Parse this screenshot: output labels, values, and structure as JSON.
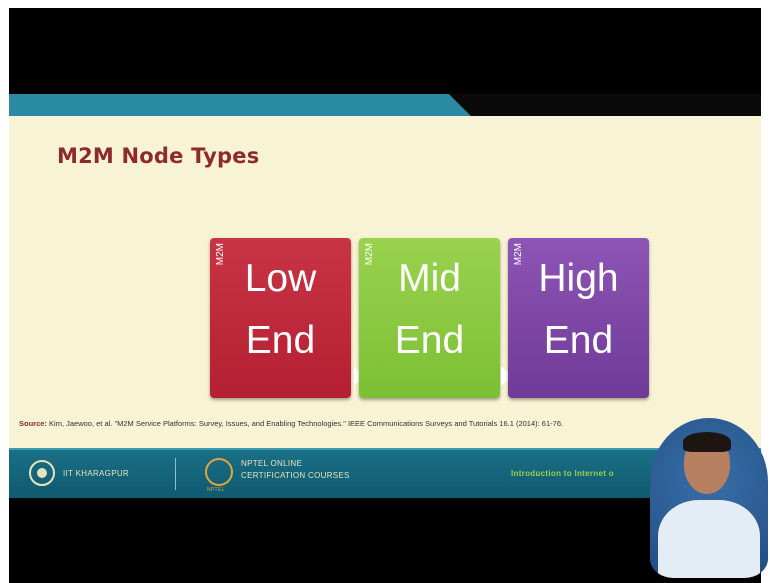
{
  "slide": {
    "title": "M2M Node Types",
    "boxes": [
      {
        "tag": "M2M",
        "line1": "Low",
        "line2": "End",
        "color": "#b51f33"
      },
      {
        "tag": "M2M",
        "line1": "Mid",
        "line2": "End",
        "color": "#7cbf34"
      },
      {
        "tag": "M2M",
        "line1": "High",
        "line2": "End",
        "color": "#6f3a98"
      }
    ],
    "source_label": "Source:",
    "source_text": "Kim, Jaewoo, et al. \"M2M Service Platforms: Survey, Issues, and Enabling Technologies.\" IEEE Communications Surveys and Tutorials 16.1 (2014): 61-76."
  },
  "footer": {
    "institute": "IIT KHARAGPUR",
    "nptel_line1": "NPTEL ONLINE",
    "nptel_line2": "CERTIFICATION COURSES",
    "nptel_small": "NPTEL",
    "course": "Introduction to Internet o"
  },
  "colors": {
    "title": "#8e2a2a",
    "slide_bg": "#f8f3d4",
    "footer_bg": "#0f5a70",
    "top_bar": "#2a8aa3",
    "course_text": "#9ccf4a"
  }
}
